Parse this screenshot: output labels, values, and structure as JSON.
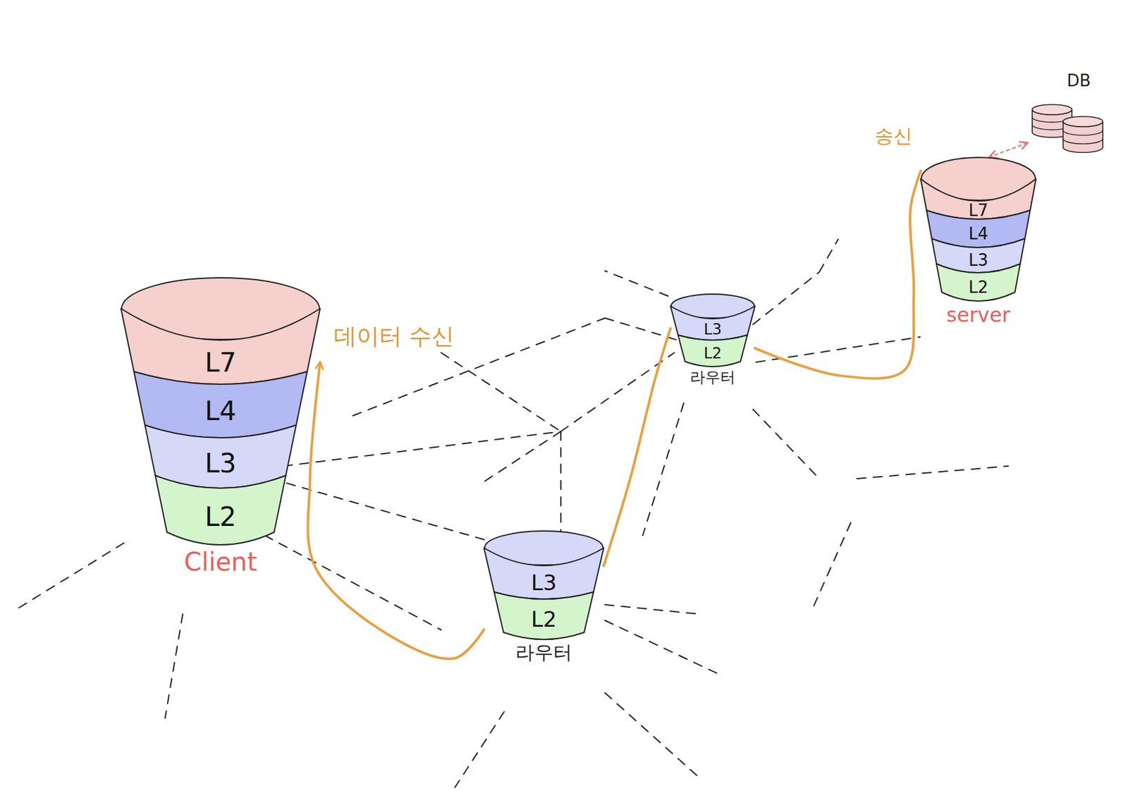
{
  "diagram": {
    "nodes": [
      {
        "text": [
          "Client"
        ]
      },
      {
        "text": [
          "L7"
        ],
        "in": 0
      },
      {
        "text": [
          "L4"
        ],
        "in": 0
      },
      {
        "text": [
          "L3"
        ],
        "in": 0
      },
      {
        "text": [
          "L2"
        ],
        "in": 0
      },
      {
        "text": [
          "라우터"
        ]
      },
      {
        "text": [
          "L3"
        ],
        "in": 5
      },
      {
        "text": [
          "L2"
        ],
        "in": 5
      },
      {
        "text": [
          "라우터"
        ]
      },
      {
        "text": [
          "L3"
        ],
        "in": 8
      },
      {
        "text": [
          "L2"
        ],
        "in": 8
      },
      {
        "text": [
          "server"
        ]
      },
      {
        "text": [
          "L7"
        ],
        "in": 11
      },
      {
        "text": [
          "L4"
        ],
        "in": 11
      },
      {
        "text": [
          "L3"
        ],
        "in": 11
      },
      {
        "text": [
          "L2"
        ],
        "in": 11
      },
      {
        "text": [
          "DB"
        ]
      }
    ],
    "edges": [
      {
        "from": 11,
        "to": 8,
        "arrow": "none",
        "label": "송신"
      },
      {
        "from": 8,
        "to": 5,
        "arrow": "none"
      },
      {
        "from": 5,
        "to": 0,
        "arrow": "to",
        "label": "데이터 수신"
      },
      {
        "from": 16,
        "to": 11,
        "arrow": "both"
      }
    ]
  }
}
